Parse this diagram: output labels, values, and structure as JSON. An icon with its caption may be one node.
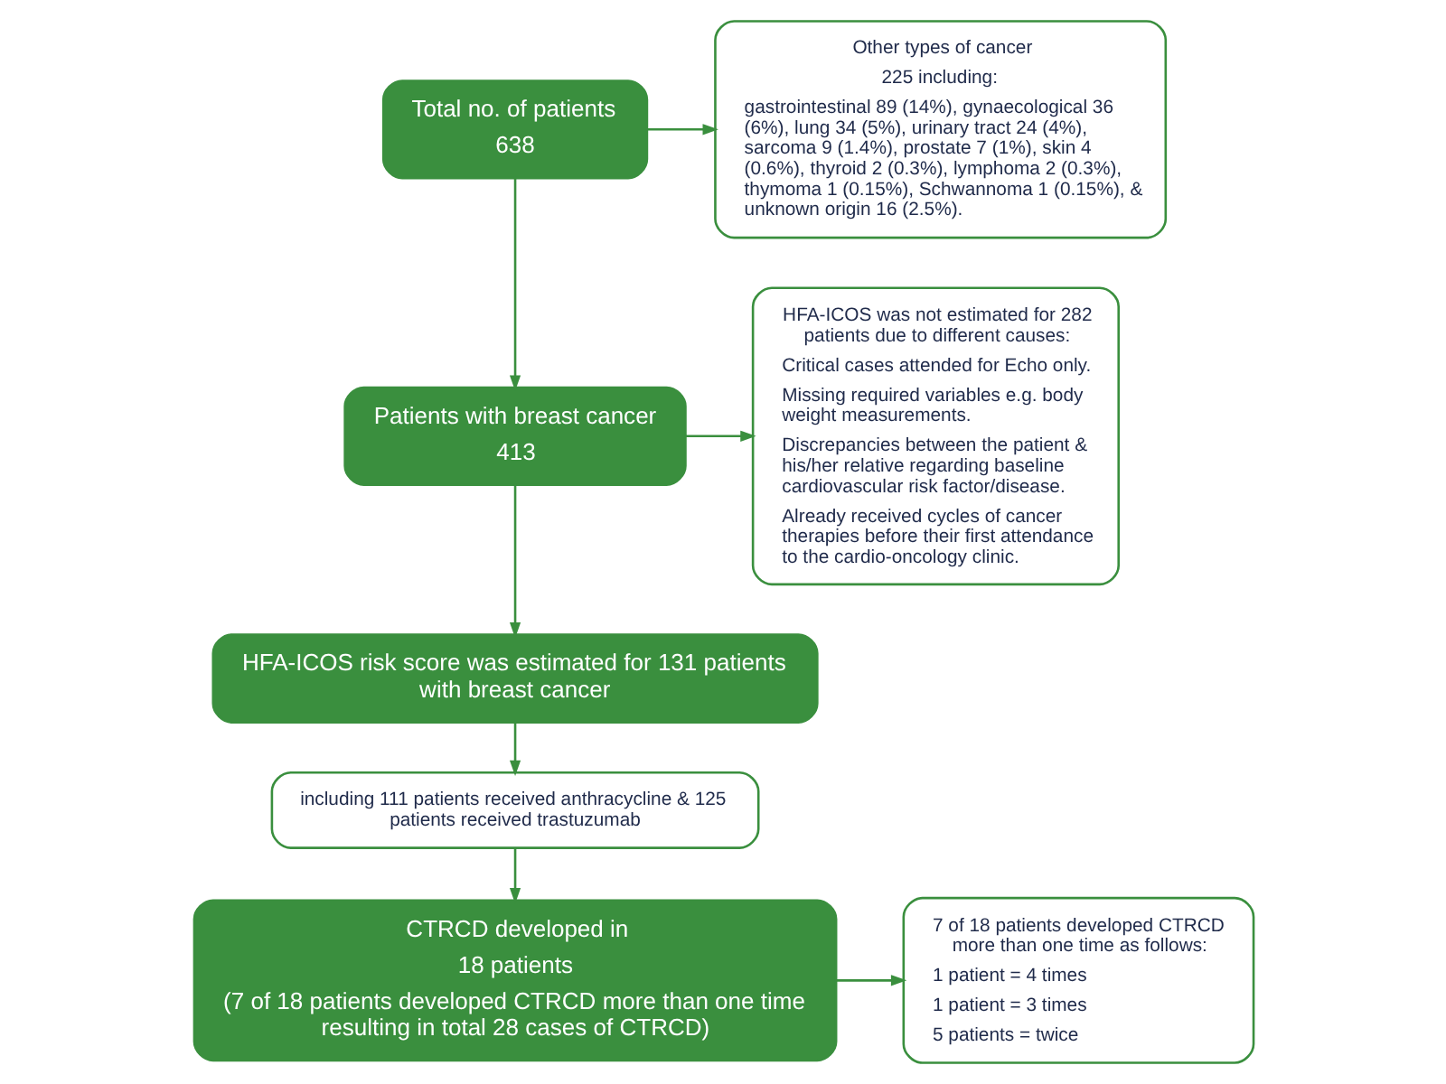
{
  "diagram": {
    "nodes": [
      {
        "text": [
          "Total no. of patients",
          "638"
        ]
      },
      {
        "text": [
          "Other types of cancer",
          "225 including:",
          "gastrointestinal 89 (14%), gynaecological 36 (6%), lung 34 (5%), urinary tract 24 (4%), sarcoma 9 (1.4%), prostate 7 (1%), skin 4 (0.6%), thyroid 2 (0.3%), lymphoma 2 (0.3%), thymoma 1 (0.15%), Schwannoma 1 (0.15%), & unknown origin 16 (2.5%)."
        ]
      },
      {
        "text": [
          "Patients with breast cancer",
          "413"
        ]
      },
      {
        "text": [
          "HFA-ICOS was not estimated for 282 patients due to different causes:",
          "Critical cases attended for Echo only.",
          "Missing required variables e.g. body weight measurements.",
          "Discrepancies between the patient & his/her relative regarding baseline cardiovascular risk factor/disease.",
          "Already received cycles of cancer therapies before their first attendance to the cardio-oncology clinic."
        ]
      },
      {
        "text": [
          "HFA-ICOS risk score was estimated for 131 patients with breast cancer"
        ]
      },
      {
        "text": [
          "including 111 patients received anthracycline & 125 patients received trastuzumab"
        ]
      },
      {
        "text": [
          "CTRCD developed in",
          "18 patients",
          "(7 of 18 patients developed CTRCD more than one time resulting in total 28 cases of CTRCD)"
        ]
      },
      {
        "text": [
          "7 of 18 patients developed CTRCD more than one time as follows:",
          "1 patient = 4 times",
          "1 patient = 3 times",
          "5 patients = twice"
        ]
      }
    ],
    "edges": [
      {
        "from": 0,
        "to": 1,
        "arrow": "to"
      },
      {
        "from": 0,
        "to": 2,
        "arrow": "to"
      },
      {
        "from": 2,
        "to": 3,
        "arrow": "to"
      },
      {
        "from": 2,
        "to": 4,
        "arrow": "to"
      },
      {
        "from": 4,
        "to": 5,
        "arrow": "to"
      },
      {
        "from": 5,
        "to": 6,
        "arrow": "to"
      },
      {
        "from": 6,
        "to": 7,
        "arrow": "to"
      }
    ]
  }
}
